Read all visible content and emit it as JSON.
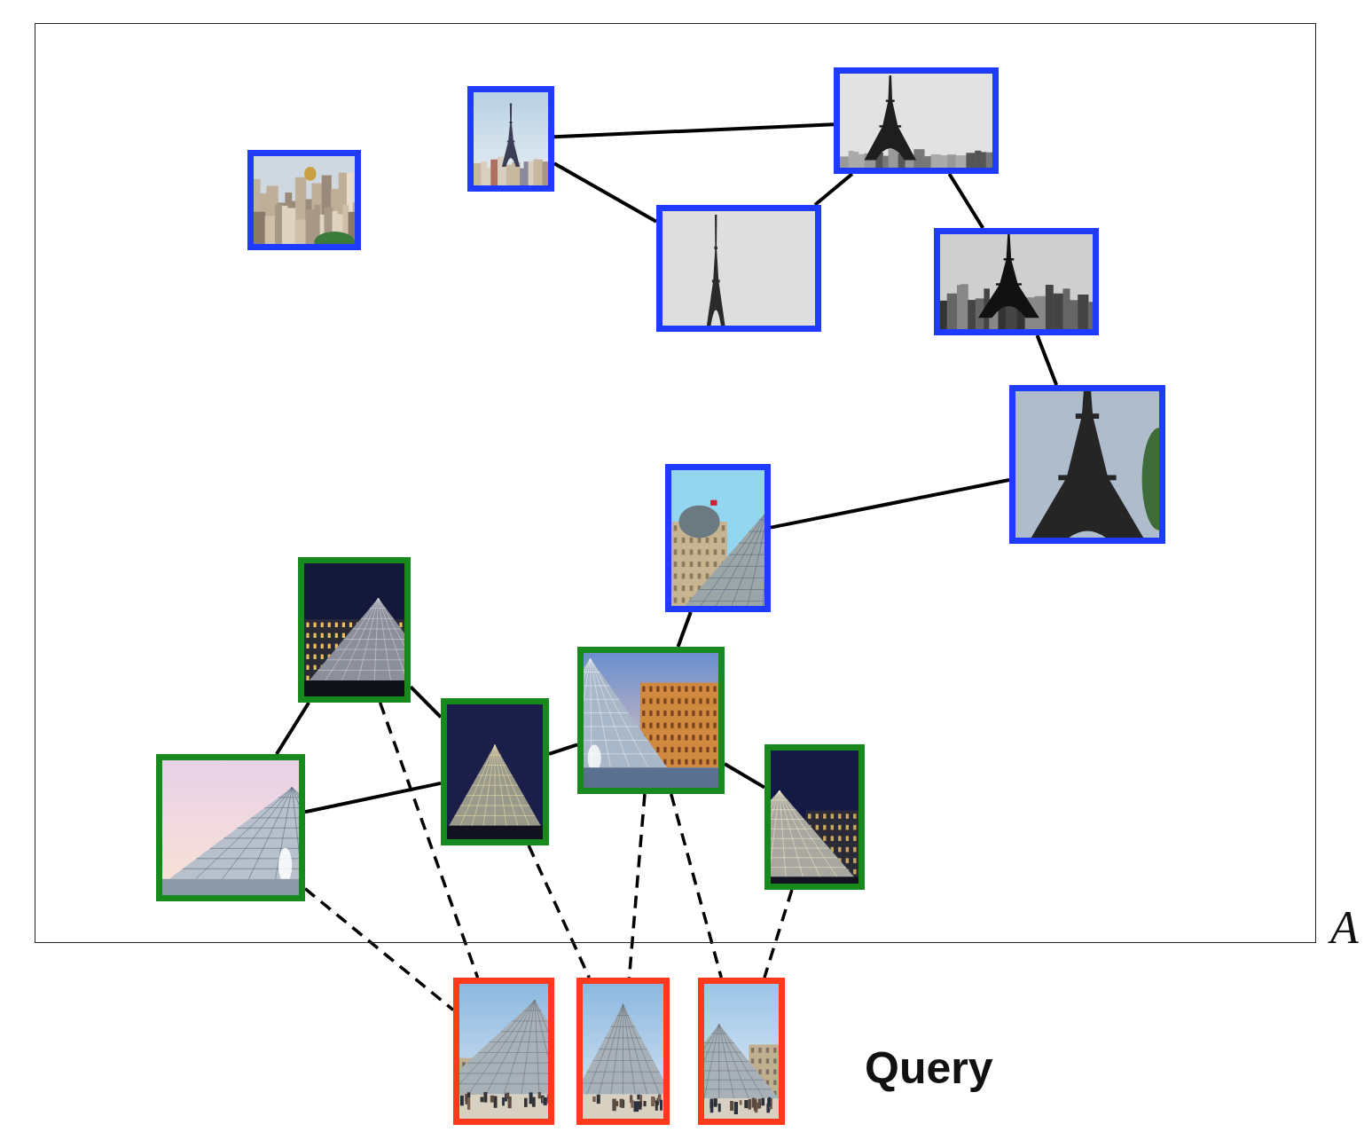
{
  "diagram": {
    "nodes": [
      {
        "text": [
          "A"
        ]
      },
      {
        "text": [],
        "in": 0
      },
      {
        "text": [],
        "in": 0
      },
      {
        "text": [],
        "in": 0
      },
      {
        "text": [],
        "in": 0
      },
      {
        "text": [],
        "in": 0
      },
      {
        "text": [],
        "in": 0
      },
      {
        "text": [],
        "in": 0
      },
      {
        "text": [],
        "in": 0
      },
      {
        "text": [],
        "in": 0
      },
      {
        "text": [],
        "in": 0
      },
      {
        "text": [],
        "in": 0
      },
      {
        "text": [],
        "in": 0
      },
      {
        "text": []
      },
      {
        "text": []
      },
      {
        "text": []
      }
    ],
    "edges": [
      {
        "from": 2,
        "to": 1,
        "arrow": "none"
      },
      {
        "from": 2,
        "to": 4,
        "arrow": "none"
      },
      {
        "from": 4,
        "to": 1,
        "arrow": "none"
      },
      {
        "from": 1,
        "to": 5,
        "arrow": "none"
      },
      {
        "from": 5,
        "to": 6,
        "arrow": "none"
      },
      {
        "from": 6,
        "to": 7,
        "arrow": "none"
      },
      {
        "from": 7,
        "to": 9,
        "arrow": "none"
      },
      {
        "from": 8,
        "to": 12,
        "arrow": "none"
      },
      {
        "from": 8,
        "to": 10,
        "arrow": "none"
      },
      {
        "from": 10,
        "to": 12,
        "arrow": "none"
      },
      {
        "from": 10,
        "to": 9,
        "arrow": "none"
      },
      {
        "from": 9,
        "to": 11,
        "arrow": "none"
      },
      {
        "from": 12,
        "to": 13,
        "arrow": "none"
      },
      {
        "from": 8,
        "to": 13,
        "arrow": "none"
      },
      {
        "from": 10,
        "to": 14,
        "arrow": "none"
      },
      {
        "from": 9,
        "to": 14,
        "arrow": "none"
      },
      {
        "from": 9,
        "to": 15,
        "arrow": "none"
      },
      {
        "from": 11,
        "to": 15,
        "arrow": "none"
      }
    ],
    "labels": [
      "Query"
    ]
  }
}
